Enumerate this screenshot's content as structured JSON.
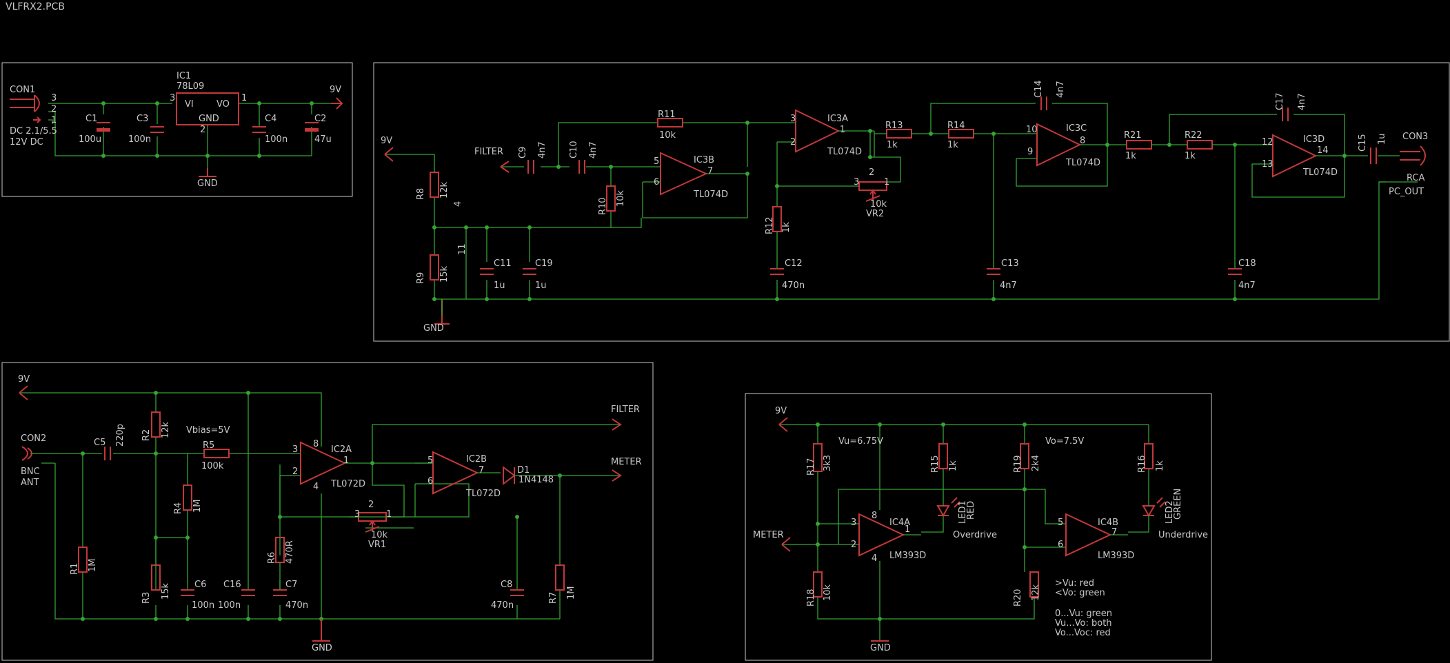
{
  "title": "VLFRX2.PCB",
  "colors": {
    "background": "#000000",
    "wire": "#35a335",
    "component": "#c4383a",
    "text": "#c8c8c8",
    "frame": "#c8c8c8"
  },
  "texts": [
    {
      "id": "con1",
      "s": "CON1"
    },
    {
      "id": "dc1",
      "s": "DC 2.1/5.5"
    },
    {
      "id": "dc2",
      "s": "12V DC"
    },
    {
      "id": "p3a",
      "s": "3"
    },
    {
      "id": "p2a",
      "s": "2"
    },
    {
      "id": "p1a",
      "s": "1"
    },
    {
      "id": "ic1",
      "s": "IC1"
    },
    {
      "id": "ic1v",
      "s": "78L09"
    },
    {
      "id": "vi",
      "s": "VI"
    },
    {
      "id": "vo",
      "s": "VO"
    },
    {
      "id": "gndin",
      "s": "GND"
    },
    {
      "id": "ic1p3",
      "s": "3"
    },
    {
      "id": "ic1p1",
      "s": "1"
    },
    {
      "id": "ic1p2",
      "s": "2"
    },
    {
      "id": "c1",
      "s": "C1"
    },
    {
      "id": "c1v",
      "s": "100u"
    },
    {
      "id": "c3",
      "s": "C3"
    },
    {
      "id": "c3v",
      "s": "100n"
    },
    {
      "id": "c4",
      "s": "C4"
    },
    {
      "id": "c4v",
      "s": "100n"
    },
    {
      "id": "c2",
      "s": "C2"
    },
    {
      "id": "c2v",
      "s": "47u"
    },
    {
      "id": "v9a",
      "s": "9V"
    },
    {
      "id": "gnda",
      "s": "GND"
    },
    {
      "id": "v9b",
      "s": "9V"
    },
    {
      "id": "filt_in",
      "s": "FILTER"
    },
    {
      "id": "r8",
      "s": "R8"
    },
    {
      "id": "r8v",
      "s": "12k"
    },
    {
      "id": "r9",
      "s": "R9"
    },
    {
      "id": "r9v",
      "s": "15k"
    },
    {
      "id": "pin4",
      "s": "4"
    },
    {
      "id": "pin11",
      "s": "11"
    },
    {
      "id": "gndb",
      "s": "GND"
    },
    {
      "id": "c11",
      "s": "C11"
    },
    {
      "id": "c11v",
      "s": "1u"
    },
    {
      "id": "c19",
      "s": "C19"
    },
    {
      "id": "c19v",
      "s": "1u"
    },
    {
      "id": "c9",
      "s": "C9"
    },
    {
      "id": "c9v",
      "s": "4n7"
    },
    {
      "id": "c10",
      "s": "C10"
    },
    {
      "id": "c10v",
      "s": "4n7"
    },
    {
      "id": "r11",
      "s": "R11"
    },
    {
      "id": "r11v",
      "s": "10k"
    },
    {
      "id": "r10",
      "s": "R10"
    },
    {
      "id": "r10v",
      "s": "10k"
    },
    {
      "id": "ic3b",
      "s": "IC3B"
    },
    {
      "id": "ic3bv",
      "s": "TL074D"
    },
    {
      "id": "b5",
      "s": "5"
    },
    {
      "id": "b6",
      "s": "6"
    },
    {
      "id": "b7",
      "s": "7"
    },
    {
      "id": "ic3a",
      "s": "IC3A"
    },
    {
      "id": "ic3av",
      "s": "TL074D"
    },
    {
      "id": "a3",
      "s": "3"
    },
    {
      "id": "a2",
      "s": "2"
    },
    {
      "id": "a1",
      "s": "1"
    },
    {
      "id": "r12",
      "s": "R12"
    },
    {
      "id": "r12v",
      "s": "1k"
    },
    {
      "id": "c12",
      "s": "C12"
    },
    {
      "id": "c12v",
      "s": "470n"
    },
    {
      "id": "r13",
      "s": "R13"
    },
    {
      "id": "r13v",
      "s": "1k"
    },
    {
      "id": "vr2",
      "s": "VR2"
    },
    {
      "id": "vr2v",
      "s": "10k"
    },
    {
      "id": "vr2p3",
      "s": "3"
    },
    {
      "id": "vr2p2",
      "s": "2"
    },
    {
      "id": "vr2p1",
      "s": "1"
    },
    {
      "id": "r14",
      "s": "R14"
    },
    {
      "id": "r14v",
      "s": "1k"
    },
    {
      "id": "c14",
      "s": "C14"
    },
    {
      "id": "c14v",
      "s": "4n7"
    },
    {
      "id": "ic3c",
      "s": "IC3C"
    },
    {
      "id": "ic3cv",
      "s": "TL074D"
    },
    {
      "id": "c10p",
      "s": "10"
    },
    {
      "id": "c9p",
      "s": "9"
    },
    {
      "id": "c8p",
      "s": "8"
    },
    {
      "id": "c13",
      "s": "C13"
    },
    {
      "id": "c13v",
      "s": "4n7"
    },
    {
      "id": "r21",
      "s": "R21"
    },
    {
      "id": "r21v",
      "s": "1k"
    },
    {
      "id": "r22",
      "s": "R22"
    },
    {
      "id": "r22v",
      "s": "1k"
    },
    {
      "id": "c17",
      "s": "C17"
    },
    {
      "id": "c17v",
      "s": "4n7"
    },
    {
      "id": "c18",
      "s": "C18"
    },
    {
      "id": "c18v",
      "s": "4n7"
    },
    {
      "id": "ic3d",
      "s": "IC3D"
    },
    {
      "id": "ic3dv",
      "s": "TL074D"
    },
    {
      "id": "d12",
      "s": "12"
    },
    {
      "id": "d13",
      "s": "13"
    },
    {
      "id": "d14",
      "s": "14"
    },
    {
      "id": "c15",
      "s": "C15"
    },
    {
      "id": "c15v",
      "s": "1u"
    },
    {
      "id": "con3",
      "s": "CON3"
    },
    {
      "id": "rca",
      "s": "RCA"
    },
    {
      "id": "pcout",
      "s": "PC_OUT"
    },
    {
      "id": "v9c",
      "s": "9V"
    },
    {
      "id": "con2",
      "s": "CON2"
    },
    {
      "id": "bnc",
      "s": "BNC"
    },
    {
      "id": "ant",
      "s": "ANT"
    },
    {
      "id": "c5",
      "s": "C5"
    },
    {
      "id": "c5v",
      "s": "220p"
    },
    {
      "id": "r2",
      "s": "R2"
    },
    {
      "id": "r2v",
      "s": "12k"
    },
    {
      "id": "vbias",
      "s": "Vbias=5V"
    },
    {
      "id": "r5",
      "s": "R5"
    },
    {
      "id": "r5v",
      "s": "100k"
    },
    {
      "id": "r4",
      "s": "R4"
    },
    {
      "id": "r4v",
      "s": "1M"
    },
    {
      "id": "r1",
      "s": "R1"
    },
    {
      "id": "r1v",
      "s": "1M"
    },
    {
      "id": "r3",
      "s": "R3"
    },
    {
      "id": "r3v",
      "s": "15k"
    },
    {
      "id": "c6",
      "s": "C6"
    },
    {
      "id": "c6v",
      "s": "100n"
    },
    {
      "id": "c16",
      "s": "C16"
    },
    {
      "id": "c16v",
      "s": "100n"
    },
    {
      "id": "r6",
      "s": "R6"
    },
    {
      "id": "r6v",
      "s": "470R"
    },
    {
      "id": "c7",
      "s": "C7"
    },
    {
      "id": "c7v",
      "s": "470n"
    },
    {
      "id": "ic2a",
      "s": "IC2A"
    },
    {
      "id": "ic2av",
      "s": "TL072D"
    },
    {
      "id": "i3",
      "s": "3"
    },
    {
      "id": "i2",
      "s": "2"
    },
    {
      "id": "i1",
      "s": "1"
    },
    {
      "id": "i8",
      "s": "8"
    },
    {
      "id": "i4",
      "s": "4"
    },
    {
      "id": "vr1",
      "s": "VR1"
    },
    {
      "id": "vr1v",
      "s": "10k"
    },
    {
      "id": "vr1p3",
      "s": "3"
    },
    {
      "id": "vr1p2",
      "s": "2"
    },
    {
      "id": "vr1p1",
      "s": "1"
    },
    {
      "id": "ic2b",
      "s": "IC2B"
    },
    {
      "id": "ic2bv",
      "s": "TL072D"
    },
    {
      "id": "j5",
      "s": "5"
    },
    {
      "id": "j6",
      "s": "6"
    },
    {
      "id": "j7",
      "s": "7"
    },
    {
      "id": "d1",
      "s": "D1"
    },
    {
      "id": "d1v",
      "s": "1N4148"
    },
    {
      "id": "filt_out",
      "s": "FILTER"
    },
    {
      "id": "meter_out",
      "s": "METER"
    },
    {
      "id": "c8",
      "s": "C8"
    },
    {
      "id": "c8v",
      "s": "470n"
    },
    {
      "id": "r7",
      "s": "R7"
    },
    {
      "id": "r7v",
      "s": "1M"
    },
    {
      "id": "gndc",
      "s": "GND"
    },
    {
      "id": "v9d",
      "s": "9V"
    },
    {
      "id": "vu",
      "s": "Vu=6.75V"
    },
    {
      "id": "vo2",
      "s": "Vo=7.5V"
    },
    {
      "id": "r17",
      "s": "R17"
    },
    {
      "id": "r17v",
      "s": "3k3"
    },
    {
      "id": "r15",
      "s": "R15"
    },
    {
      "id": "r15v",
      "s": "1k"
    },
    {
      "id": "r19",
      "s": "R19"
    },
    {
      "id": "r19v",
      "s": "2k4"
    },
    {
      "id": "r16",
      "s": "R16"
    },
    {
      "id": "r16v",
      "s": "1k"
    },
    {
      "id": "led1",
      "s": "LED1"
    },
    {
      "id": "led1v",
      "s": "RED"
    },
    {
      "id": "over",
      "s": "Overdrive"
    },
    {
      "id": "led2",
      "s": "LED2"
    },
    {
      "id": "led2v",
      "s": "GREEN"
    },
    {
      "id": "under",
      "s": "Underdrive"
    },
    {
      "id": "ic4a",
      "s": "IC4A"
    },
    {
      "id": "ic4av",
      "s": "LM393D"
    },
    {
      "id": "k3",
      "s": "3"
    },
    {
      "id": "k2",
      "s": "2"
    },
    {
      "id": "k1",
      "s": "1"
    },
    {
      "id": "k8",
      "s": "8"
    },
    {
      "id": "k4",
      "s": "4"
    },
    {
      "id": "ic4b",
      "s": "IC4B"
    },
    {
      "id": "ic4bv",
      "s": "LM393D"
    },
    {
      "id": "m5",
      "s": "5"
    },
    {
      "id": "m6",
      "s": "6"
    },
    {
      "id": "m7",
      "s": "7"
    },
    {
      "id": "meter_in",
      "s": "METER"
    },
    {
      "id": "r18",
      "s": "R18"
    },
    {
      "id": "r18v",
      "s": "10k"
    },
    {
      "id": "r20",
      "s": "R20"
    },
    {
      "id": "r20v",
      "s": "12k"
    },
    {
      "id": "n1",
      "s": ">Vu: red"
    },
    {
      "id": "n2",
      "s": "<Vo: green"
    },
    {
      "id": "n3",
      "s": "0...Vu: green"
    },
    {
      "id": "n4",
      "s": "Vu...Vo: both"
    },
    {
      "id": "n5",
      "s": "Vo...Voc: red"
    },
    {
      "id": "gndd",
      "s": "GND"
    }
  ]
}
